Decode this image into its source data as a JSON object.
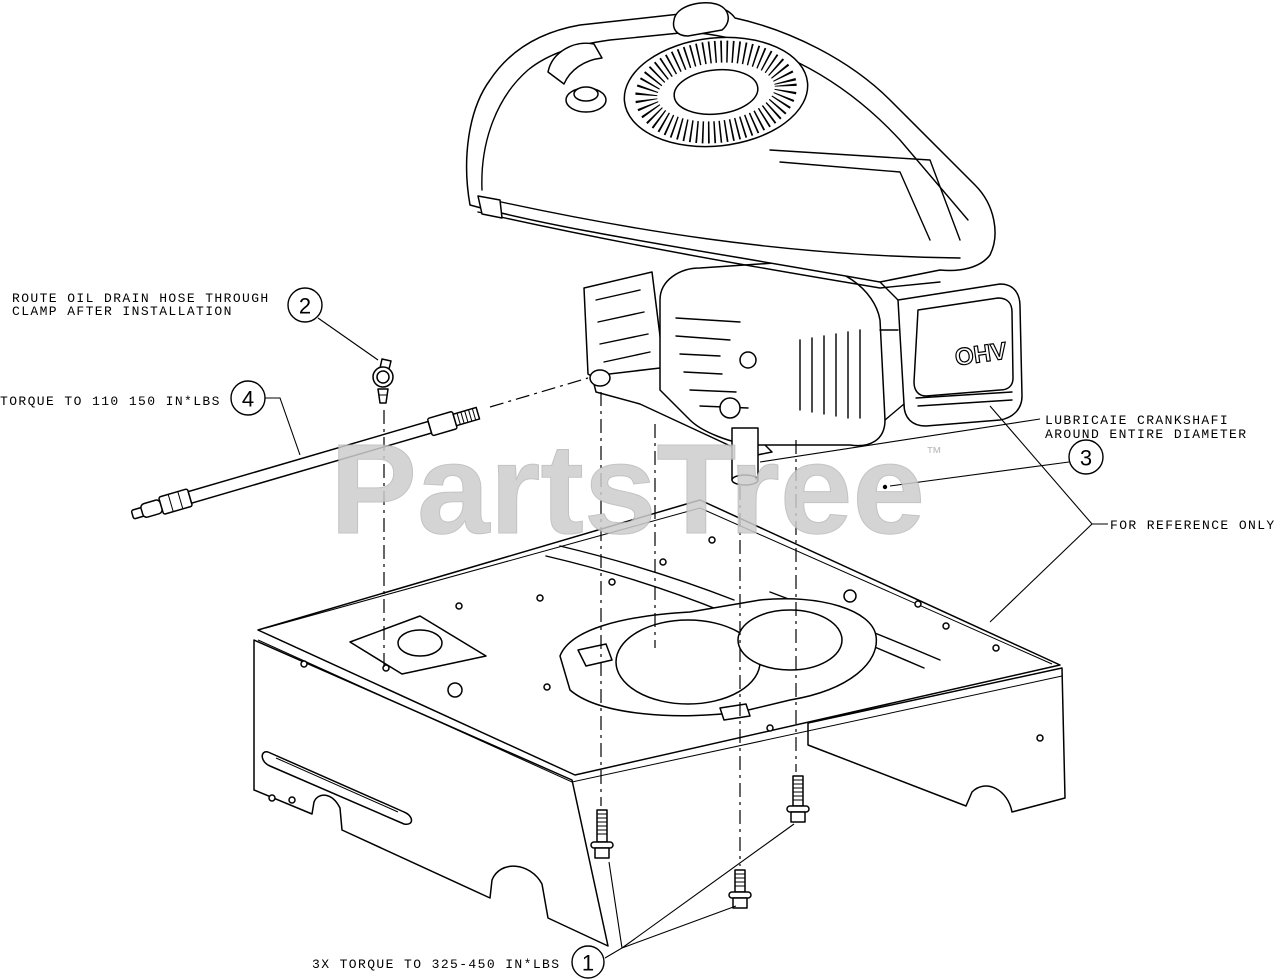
{
  "annotations": {
    "route_hose": [
      "ROUTE OIL DRAIN HOSE THROUGH",
      "CLAMP AFTER INSTALLATION"
    ],
    "hose_torque": "TORQUE TO 110 150 IN*LBS",
    "lubricate": [
      "LUBRICAIE CRANKSHAFI",
      "AROUND ENTIRE DIAMETER"
    ],
    "reference": "FOR REFERENCE ONLY",
    "bolt_torque": "3X TORQUE TO 325-450 IN*LBS"
  },
  "callouts": {
    "clamp": "2",
    "hose": "4",
    "lubricant": "3",
    "bolts": "1"
  },
  "engine_label": "OHV",
  "watermark": {
    "text": "PartsTree",
    "trademark": "™"
  },
  "colors": {
    "line": "#000000",
    "background": "#ffffff",
    "watermark": "#cdcdcd"
  }
}
